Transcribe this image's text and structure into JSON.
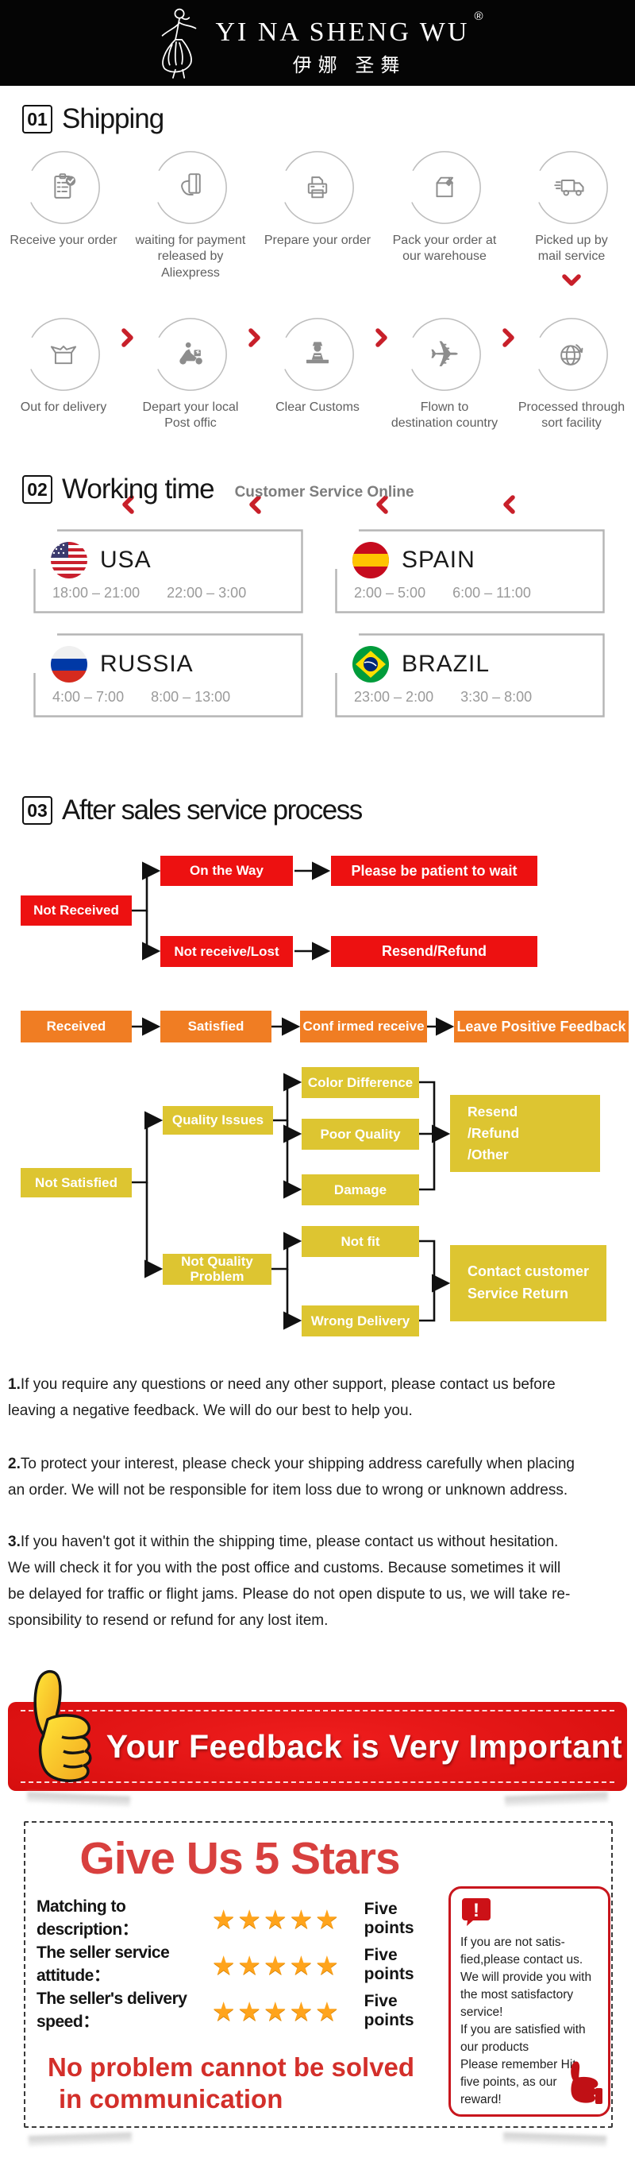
{
  "header": {
    "brand": "YI NA SHENG WU",
    "reg": "®",
    "brand_cn": "伊娜 圣舞",
    "logo_icon": "dancer-logo-icon"
  },
  "colors": {
    "flow_red": "#ed1111",
    "flow_orange": "#f07d23",
    "flow_yellow": "#ddc531",
    "chevron_red": "#c8202a",
    "banner_red": "#d60e0e",
    "title_red": "#d8403e",
    "star_orange": "#ffa41c"
  },
  "shipping": {
    "num": "01",
    "title": "Shipping",
    "row1": [
      {
        "icon": "clipboard-check-icon",
        "label": "Receive your order"
      },
      {
        "icon": "hand-card-icon",
        "label": "waiting for payment\nreleased by Aliexpress"
      },
      {
        "icon": "printer-icon",
        "label": "Prepare your order"
      },
      {
        "icon": "package-icon",
        "label": "Pack your order at\nour warehouse"
      },
      {
        "icon": "delivery-truck-icon",
        "label": "Picked up by\nmail service"
      }
    ],
    "row2": [
      {
        "icon": "open-box-icon",
        "label": "Out  for delivery"
      },
      {
        "icon": "delivery-scooter-icon",
        "label": "Depart your local\nPost offic"
      },
      {
        "icon": "customs-officer-icon",
        "label": "Clear Customs"
      },
      {
        "icon": "airplane-icon",
        "label": "Flown to\ndestination country"
      },
      {
        "icon": "globe-icon",
        "label": "Processed through\nsort facility"
      }
    ]
  },
  "working_time": {
    "num": "02",
    "title": "Working time",
    "subtitle": "Customer Service Online",
    "zones": [
      {
        "country": "USA",
        "flag": "usa-flag-icon",
        "t1": "18:00 – 21:00",
        "t2": "22:00 – 3:00"
      },
      {
        "country": "SPAIN",
        "flag": "spain-flag-icon",
        "t1": "2:00 – 5:00",
        "t2": "6:00 – 11:00"
      },
      {
        "country": "RUSSIA",
        "flag": "russia-flag-icon",
        "t1": "4:00 – 7:00",
        "t2": "8:00 – 13:00"
      },
      {
        "country": "BRAZIL",
        "flag": "brazil-flag-icon",
        "t1": "23:00 – 2:00",
        "t2": "3:30 – 8:00"
      }
    ]
  },
  "after_sales": {
    "num": "03",
    "title": "After sales service process",
    "not_received": {
      "root": "Not Received",
      "rows": [
        {
          "mid": "On the Way",
          "result": "Please be patient to wait"
        },
        {
          "mid": "Not receive/Lost",
          "result": "Resend/Refund"
        }
      ]
    },
    "received": {
      "steps": [
        "Received",
        "Satisfied",
        "Conf irmed receive",
        "Leave Positive Feedback"
      ]
    },
    "not_satisfied": {
      "root": "Not Satisfied",
      "quality": {
        "mid": "Quality Issues",
        "subs": [
          "Color Difference",
          "Poor Quality",
          "Damage"
        ],
        "result": "Resend\n/Refund\n/Other"
      },
      "not_quality": {
        "mid": "Not Quality\nProblem",
        "subs": [
          "Not fit",
          "Wrong Delivery"
        ],
        "result": "Contact customer\nService Return"
      }
    }
  },
  "notes": [
    {
      "num": "1.",
      "text": "If you require any questions or need any other support, please contact us before\nleaving a negative feedback. We will do our best to help you."
    },
    {
      "num": "2.",
      "text": "To protect your interest, please check your shipping address carefully when placing\nan order. We will not be responsible for item loss due to wrong or unknown address."
    },
    {
      "num": "3.",
      "text": "If you haven't got it within the shipping time, please contact us without hesitation.\nWe will check it for you with the post office and customs. Because sometimes it will\nbe delayed for traffic or flight jams. Please do not open dispute to us, we will take re-\nsponsibility to resend or refund for any lost item."
    }
  ],
  "banner": {
    "text": "Your Feedback is Very Important",
    "icon": "thumbs-up-icon"
  },
  "stars_section": {
    "title": "Give Us 5 Stars",
    "rows": [
      {
        "label": "Matching to description：",
        "stars": "★★★★★",
        "points": "Five points"
      },
      {
        "label": "The seller service attitude：",
        "stars": "★★★★★",
        "points": "Five points"
      },
      {
        "label": "The seller's delivery speed：",
        "stars": "★★★★★",
        "points": "Five points"
      }
    ],
    "slogan_line1": "No problem cannot be solved",
    "slogan_line2": "in communication",
    "side_note": "If you are not satis-\nfied,please contact us.\nWe will provide you with\nthe most satisfactory\nservice!\nIf you are satisfied with\nour products\nPlease remember Hit\nfive points, as our\nreward!",
    "side_icons": [
      "alert-icon",
      "red-thumb-icon"
    ]
  }
}
